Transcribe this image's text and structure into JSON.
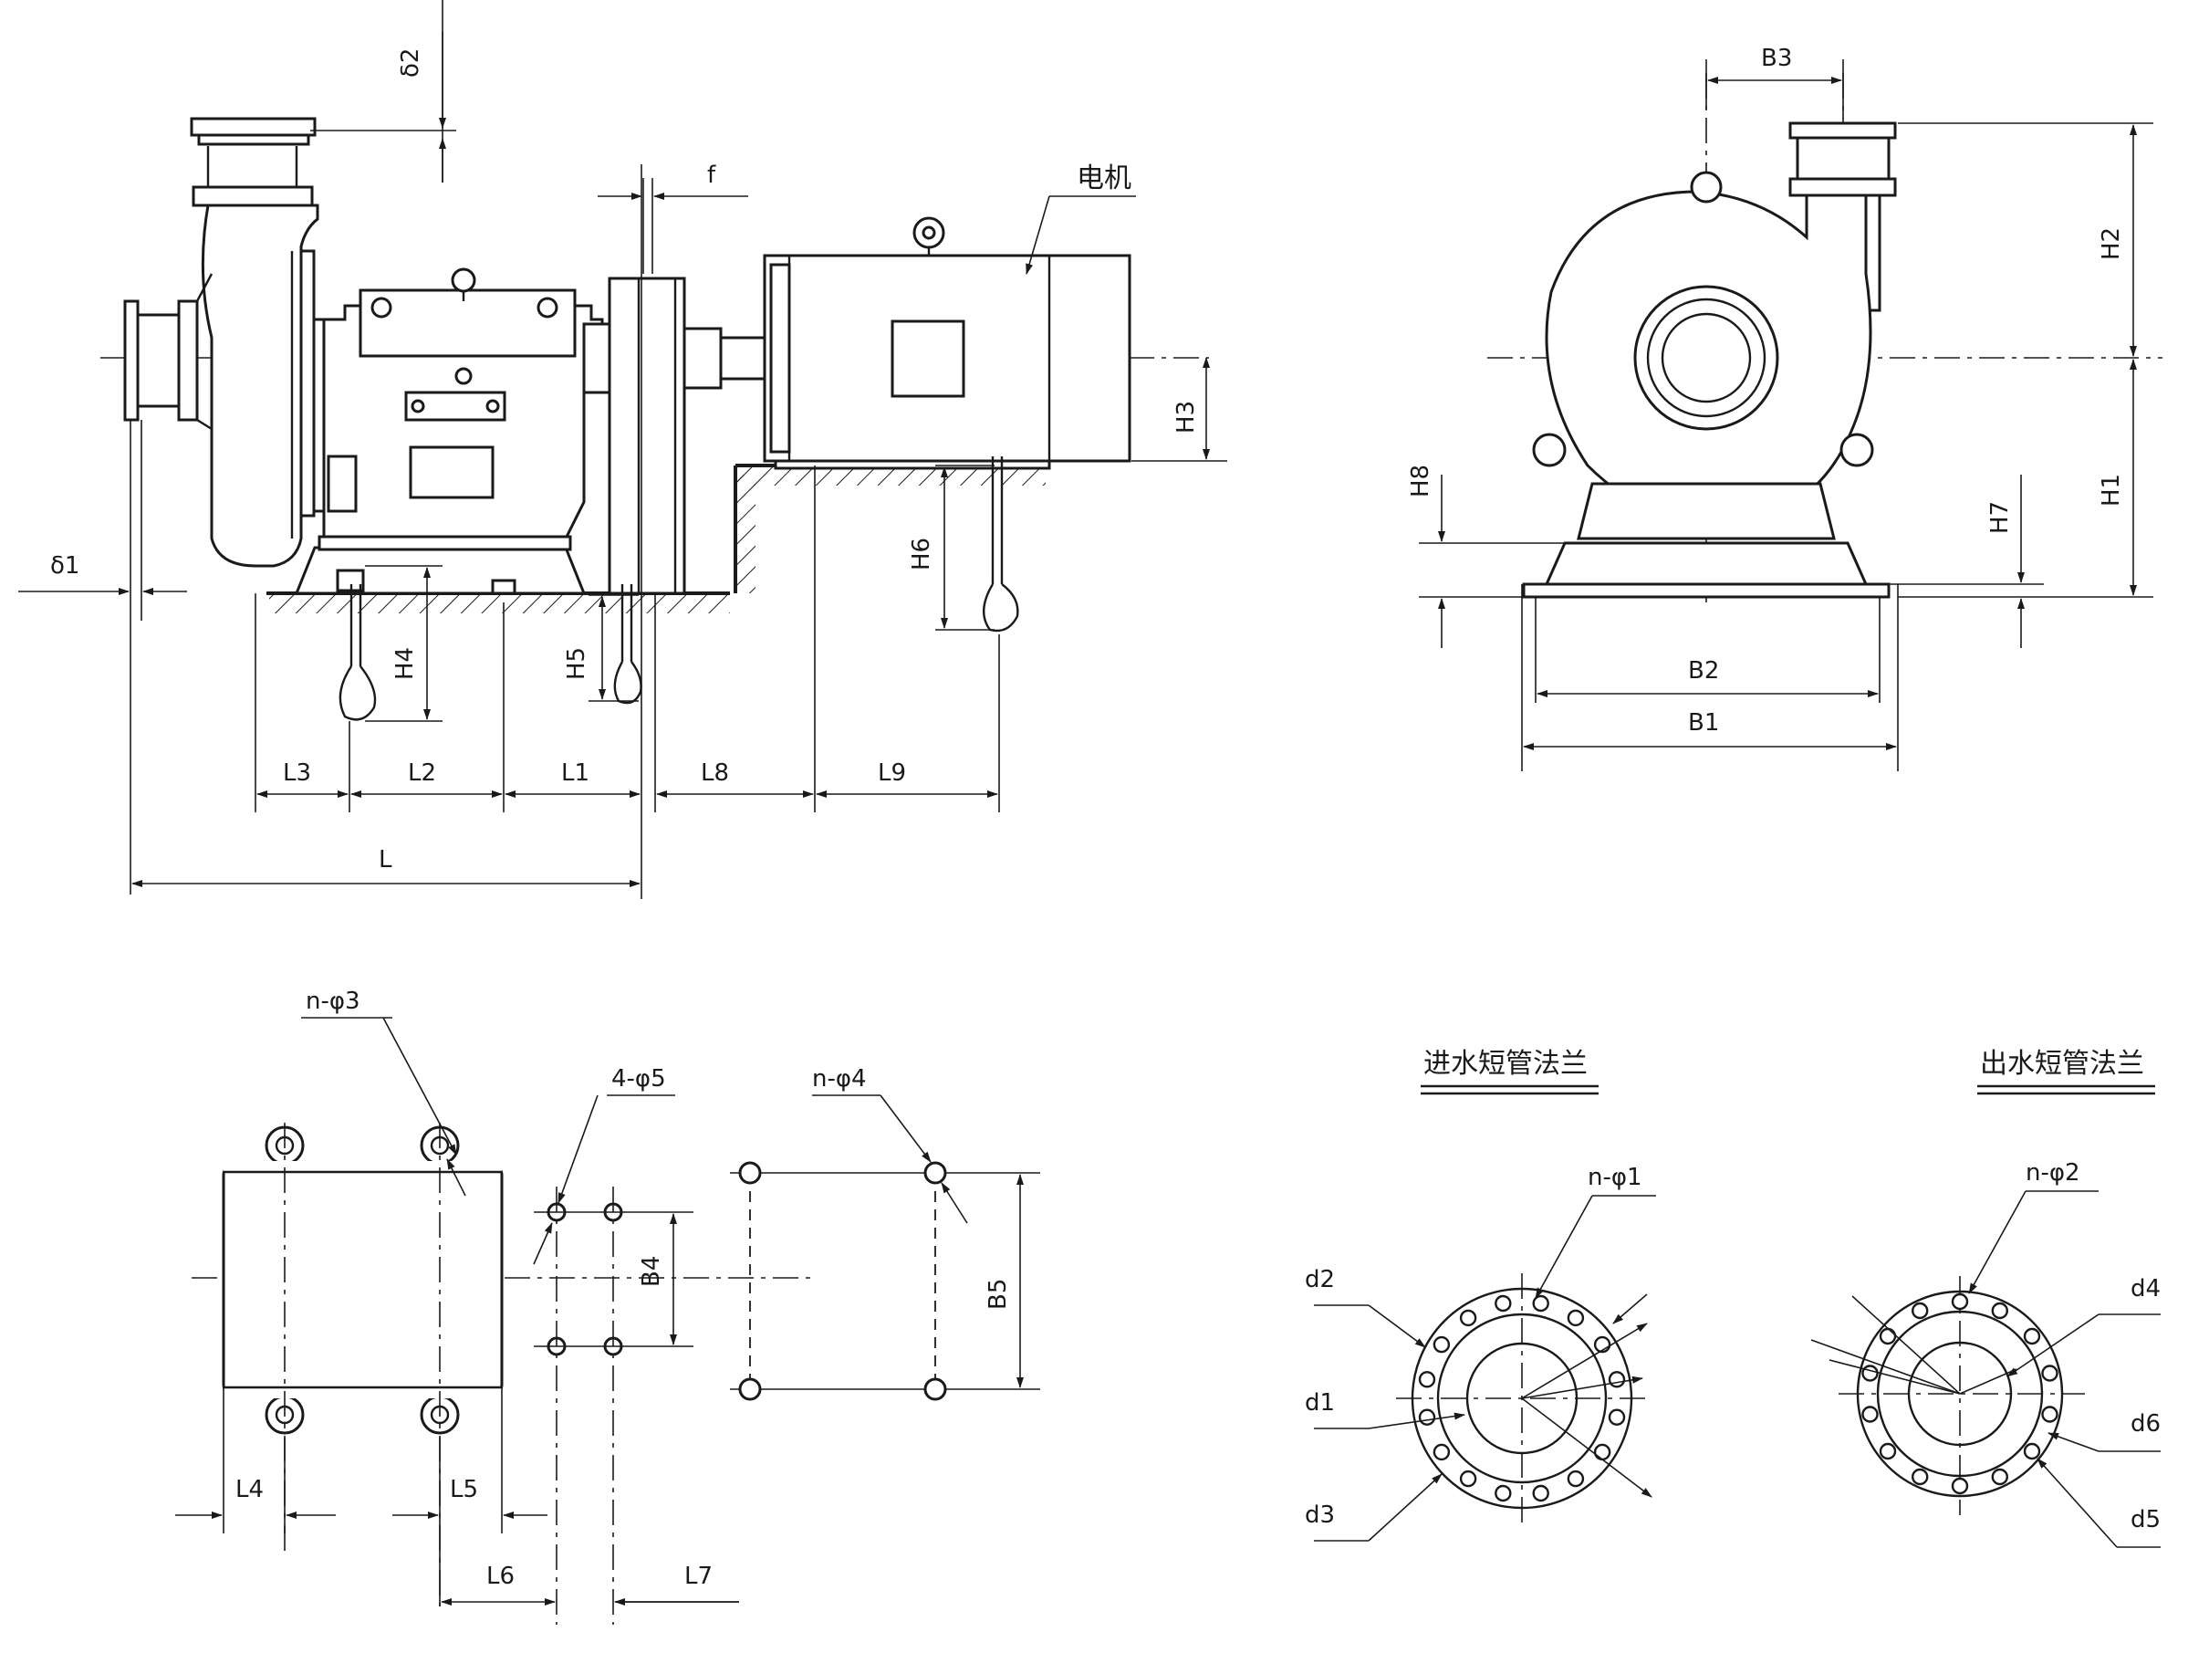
{
  "labels": {
    "motor": "电机",
    "f": "f",
    "delta2": "δ2",
    "delta1": "δ1",
    "H3": "H3",
    "H4": "H4",
    "H5": "H5",
    "H6": "H6",
    "L": "L",
    "L1": "L1",
    "L2": "L2",
    "L3": "L3",
    "L8": "L8",
    "L9": "L9",
    "B1": "B1",
    "B2": "B2",
    "B3": "B3",
    "H1": "H1",
    "H2": "H2",
    "H7": "H7",
    "H8": "H8",
    "n_phi3": "n-φ3",
    "four_phi5": "4-φ5",
    "n_phi4": "n-φ4",
    "B4": "B4",
    "B5": "B5",
    "L4": "L4",
    "L5": "L5",
    "L6": "L6",
    "L7": "L7",
    "inlet_flange": "进水短管法兰",
    "outlet_flange": "出水短管法兰",
    "n_phi1": "n-φ1",
    "n_phi2": "n-φ2",
    "d1": "d1",
    "d2": "d2",
    "d3": "d3",
    "d4": "d4",
    "d5": "d5",
    "d6": "d6"
  }
}
